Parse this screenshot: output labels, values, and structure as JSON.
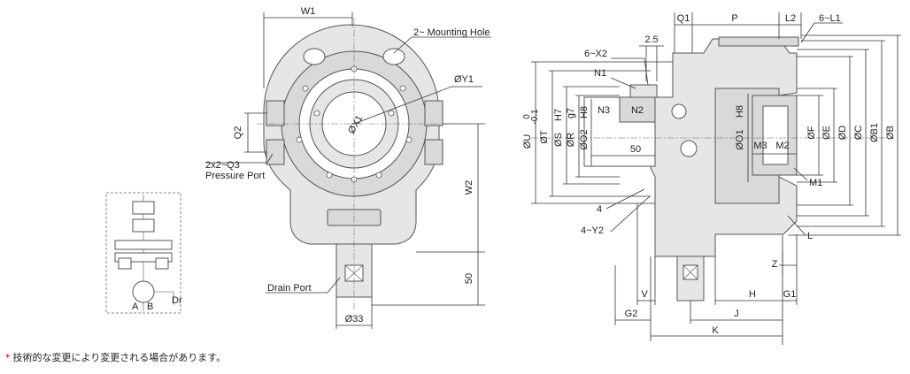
{
  "front": {
    "W1": "W1",
    "mounting_hole": "2~ Mounting Hole",
    "Y1": "ØY1",
    "X1": "ØX1",
    "Q2": "Q2",
    "pressure_port_q": "2x2~Q3",
    "pressure_port": "Pressure Port",
    "W2": "W2",
    "dim_50": "50",
    "drain_port": "Drain Port",
    "dia33": "Ø33"
  },
  "side": {
    "Q1": "Q1",
    "P": "P",
    "L2": "L2",
    "L1": "6~L1",
    "dim_2_5": "2.5",
    "X2": "6~X2",
    "N1": "N1",
    "N2": "N2",
    "N3": "N3",
    "H8_left": "H8",
    "U": "ØU",
    "U_tol_top": "0",
    "U_tol_bot": "-0.1",
    "T": "ØT",
    "S": "ØS",
    "H7": "H7",
    "R": "ØR",
    "g7": "g7",
    "O2": "ØO2",
    "dim_50": "50",
    "O1": "ØO1",
    "H8_right": "H8",
    "M3": "M3",
    "M2": "M2",
    "F": "ØF",
    "E": "ØE",
    "D": "ØD",
    "C": "ØC",
    "B1": "ØB1",
    "B": "ØB",
    "M1": "M1",
    "dim_4": "4",
    "Y2": "4~Y2",
    "L": "L",
    "Z": "Z",
    "V": "V",
    "H": "H",
    "G1": "G1",
    "G2": "G2",
    "J": "J",
    "K": "K"
  },
  "hydraulic": {
    "A": "A",
    "B": "B",
    "Dr": "Dr"
  },
  "note": {
    "star": "*",
    "text": "技術的な変更により変更される場合があります。"
  }
}
